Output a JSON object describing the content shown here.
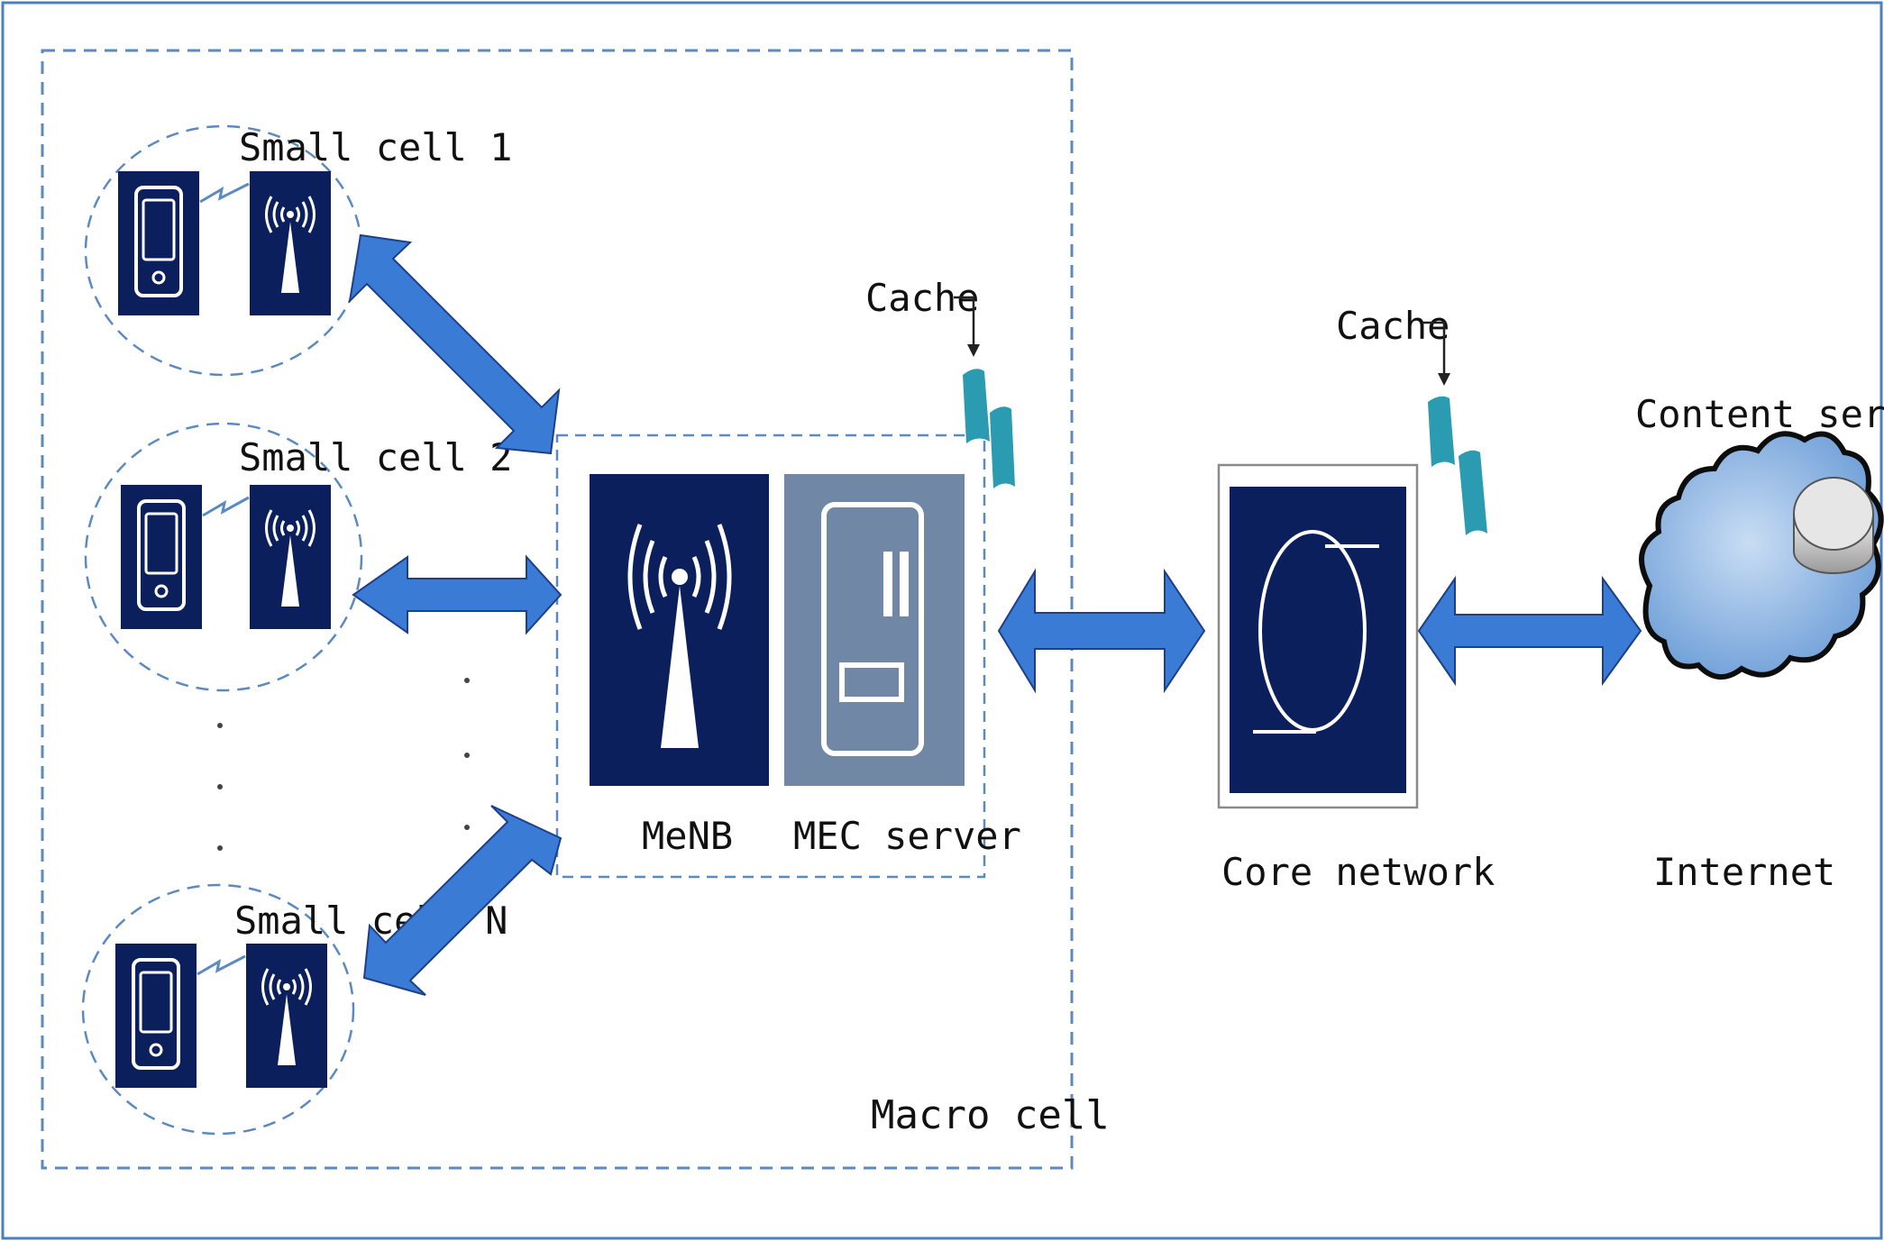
{
  "labels": {
    "small_cell_1": "Small cell 1",
    "small_cell_2": "Small cell 2",
    "small_cell_n": "Small cell N",
    "menb": "MeNB",
    "mec_server": "MEC server",
    "macro_cell": "Macro cell",
    "cache_1": "Cache",
    "cache_2": "Cache",
    "core_network": "Core network",
    "internet": "Internet",
    "content_server": "Content server"
  },
  "colors": {
    "navy": "#0b1f5c",
    "mec_grey": "#7088a6",
    "arrow_blue": "#3a7bd5",
    "dash_blue": "#5b8ac2",
    "cache_teal": "#2a9bb0",
    "cloud_blue": "#8bb8e8"
  }
}
